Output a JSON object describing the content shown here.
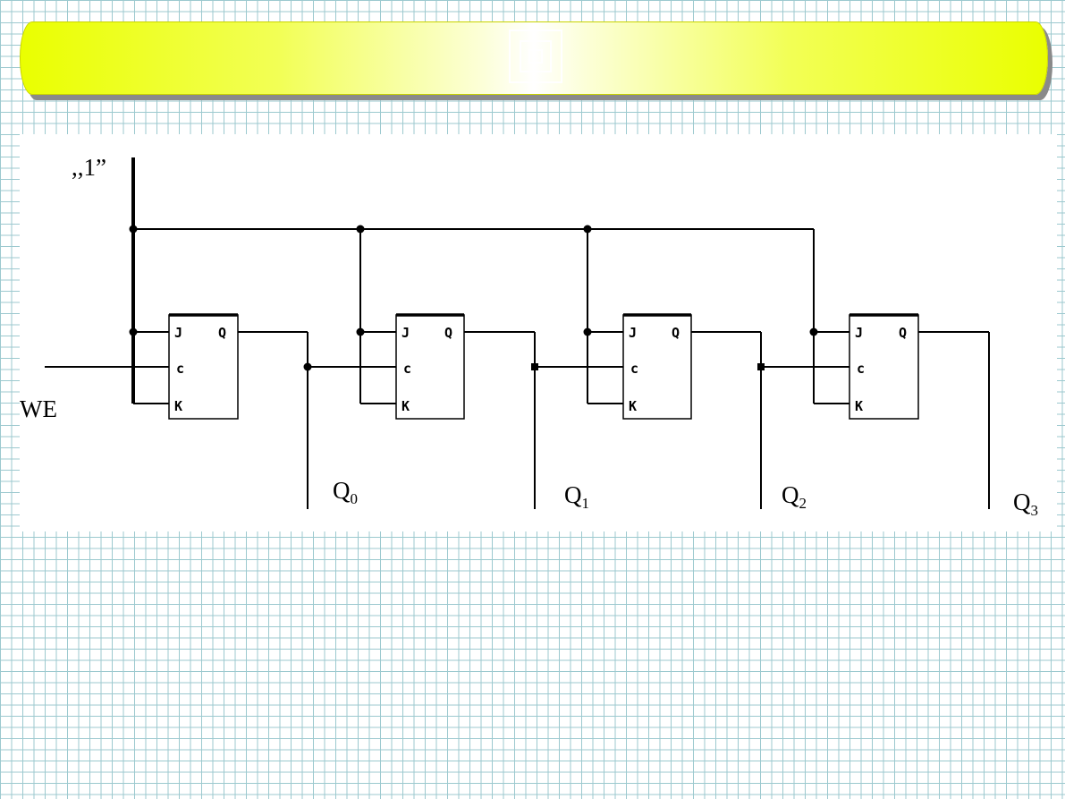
{
  "title": "",
  "labels": {
    "one": ",,1”",
    "we": "WE"
  },
  "flip_flops": [
    {
      "j": "J",
      "q": "Q",
      "c": "c",
      "k": "K"
    },
    {
      "j": "J",
      "q": "Q",
      "c": "c",
      "k": "K"
    },
    {
      "j": "J",
      "q": "Q",
      "c": "c",
      "k": "K"
    },
    {
      "j": "J",
      "q": "Q",
      "c": "c",
      "k": "K"
    }
  ],
  "outputs": [
    {
      "name": "Q",
      "sub": "0"
    },
    {
      "name": "Q",
      "sub": "1"
    },
    {
      "name": "Q",
      "sub": "2"
    },
    {
      "name": "Q",
      "sub": "3"
    }
  ],
  "colors": {
    "banner_accent": "#eaff00",
    "grid": "#9cc9cf",
    "ink": "#000000"
  }
}
